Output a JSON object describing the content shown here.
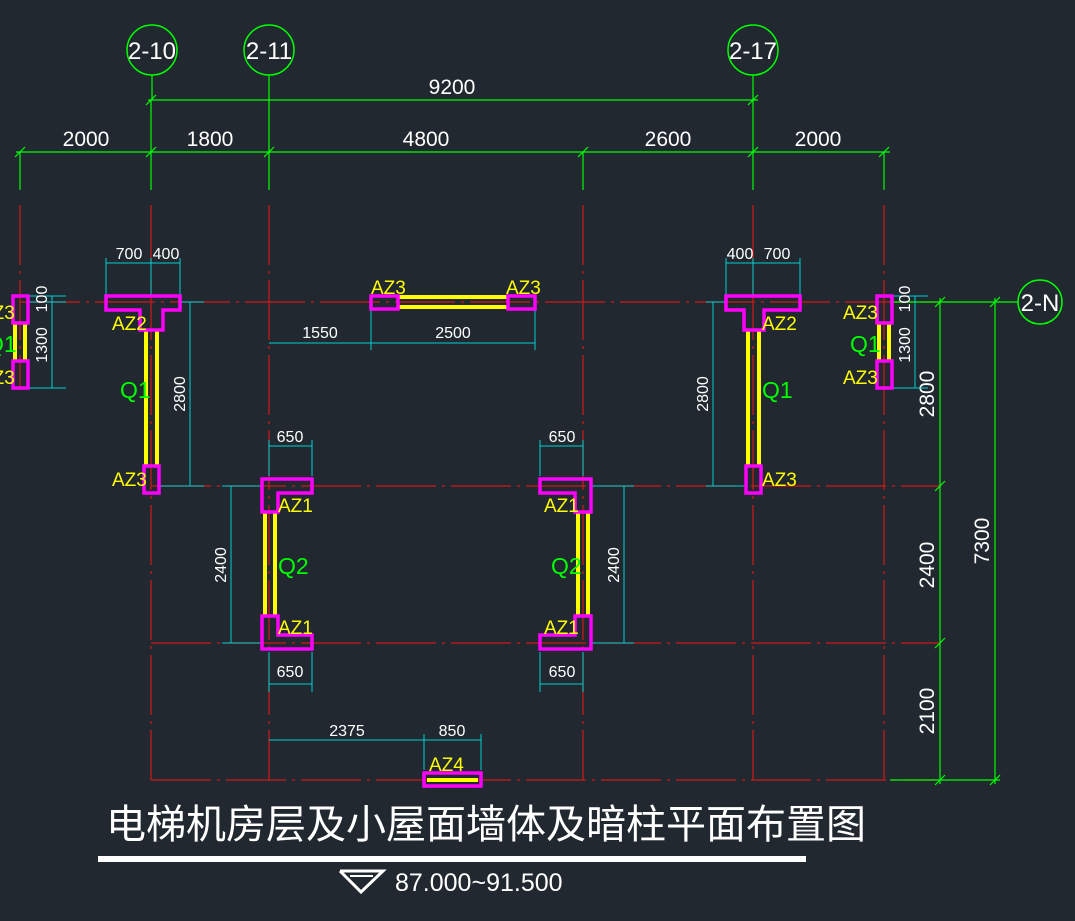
{
  "grid_bubbles": {
    "a": "2-10",
    "b": "2-11",
    "c": "2-17",
    "d": "2-N"
  },
  "dims_top": {
    "overall": "9200",
    "s1": "2000",
    "s2": "1800",
    "s3": "4800",
    "s4": "2600",
    "s5": "2000"
  },
  "dims_small": {
    "left_700": "700",
    "left_400": "400",
    "right_400": "400",
    "right_700": "700",
    "d1550": "1550",
    "d2500": "2500",
    "left_2800": "2800",
    "right_2800": "2800",
    "edge_100_l": "100",
    "edge_1300_l": "1300",
    "edge_100_r": "100",
    "edge_1300_r": "1300",
    "q2l_650_top": "650",
    "q2l_650_bot": "650",
    "q2r_650_top": "650",
    "q2r_650_bot": "650",
    "q2l_2400": "2400",
    "q2r_2400": "2400",
    "d2375": "2375",
    "d850": "850"
  },
  "dims_right": {
    "r2800": "2800",
    "r2400": "2400",
    "r2100": "2100",
    "r7300": "7300"
  },
  "labels": {
    "az1": "AZ1",
    "az2": "AZ2",
    "az3": "AZ3",
    "az4": "AZ4",
    "q1": "Q1",
    "q2": "Q2"
  },
  "title": "电梯机房层及小屋面墙体及暗柱平面布置图",
  "elevation": "87.000~91.500",
  "colors": {
    "background": "#212830",
    "grid_line": "#ff0000",
    "dimension": "#00ff00",
    "sub_dimension": "#00ffff",
    "wall": "#ffff00",
    "column": "#ff00ff",
    "text": "#ffffff"
  },
  "icons": {
    "elevation_marker": "triangle-down-icon"
  }
}
